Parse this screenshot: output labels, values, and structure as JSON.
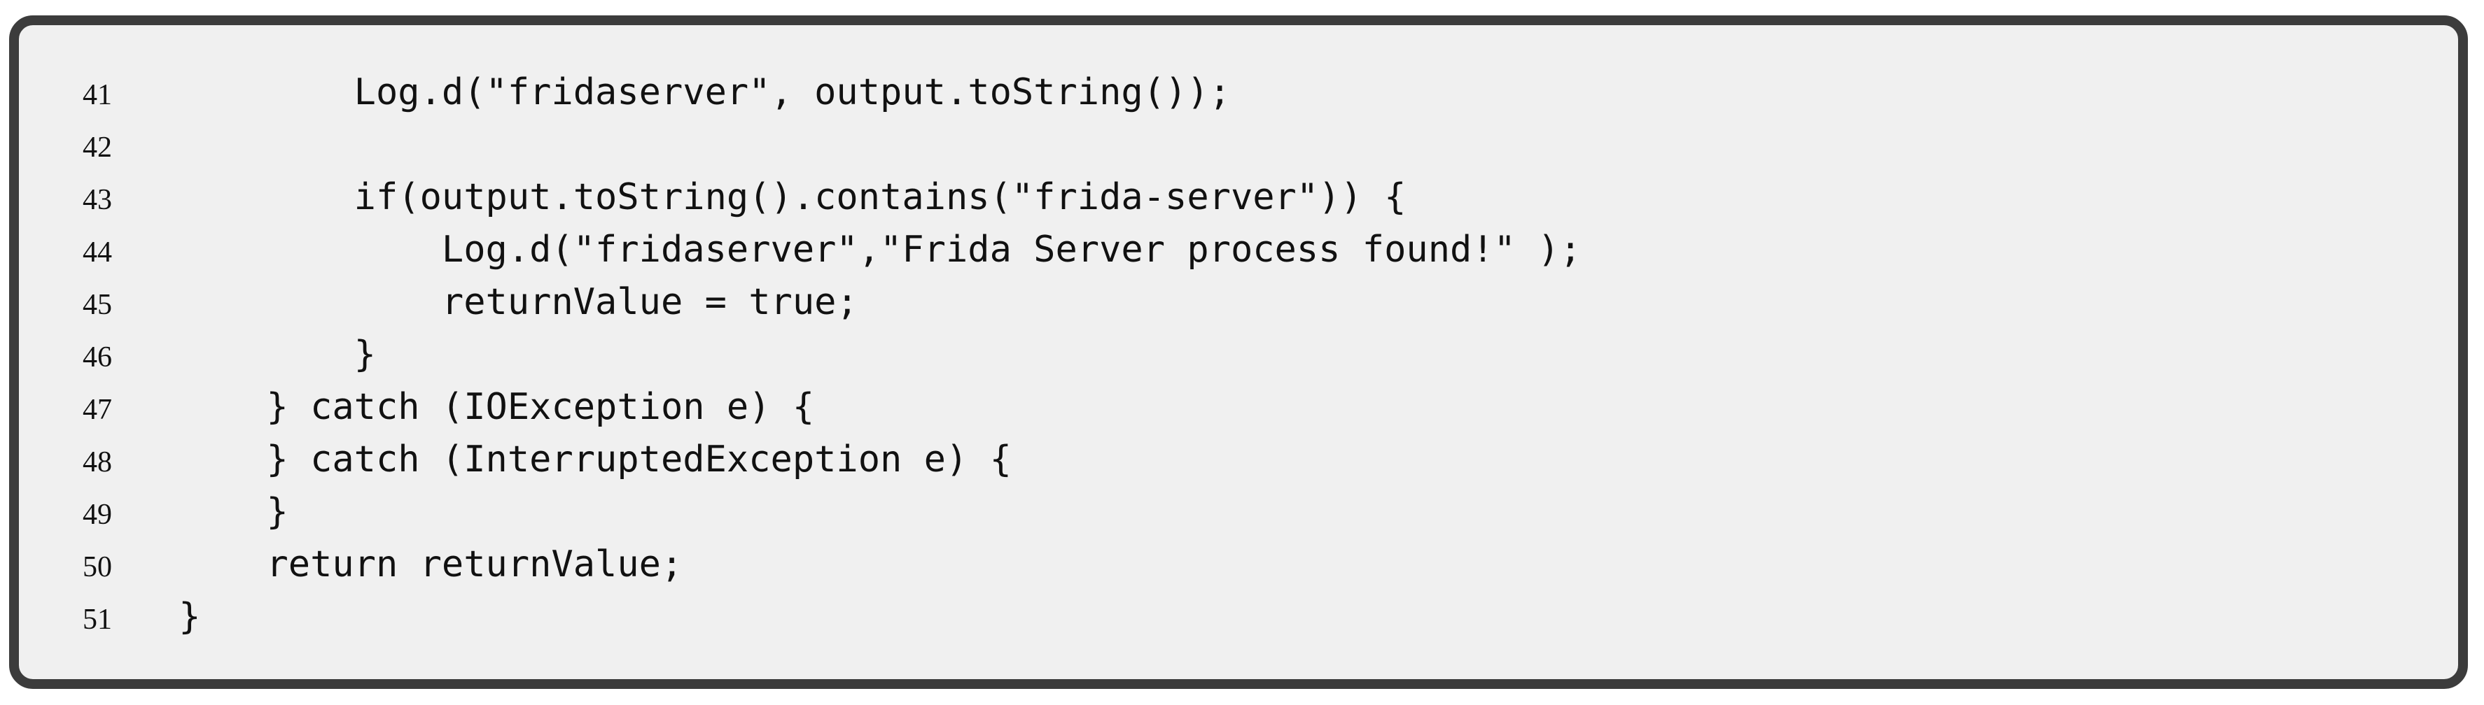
{
  "frame": {
    "page_background": "#ffffff",
    "background": "#f0f0f0",
    "border_color": "#3c3c3c",
    "text_color": "#111111"
  },
  "listing": {
    "language": "java",
    "first_line_number": 41,
    "last_line_number": 51,
    "lines": [
      {
        "number": "41",
        "code": "            Log.d(\"fridaserver\", output.toString());"
      },
      {
        "number": "42",
        "code": ""
      },
      {
        "number": "43",
        "code": "            if(output.toString().contains(\"frida-server\")) {"
      },
      {
        "number": "44",
        "code": "                Log.d(\"fridaserver\",\"Frida Server process found!\" );"
      },
      {
        "number": "45",
        "code": "                returnValue = true;"
      },
      {
        "number": "46",
        "code": "            }"
      },
      {
        "number": "47",
        "code": "        } catch (IOException e) {"
      },
      {
        "number": "48",
        "code": "        } catch (InterruptedException e) {"
      },
      {
        "number": "49",
        "code": "        }"
      },
      {
        "number": "50",
        "code": "        return returnValue;"
      },
      {
        "number": "51",
        "code": "    }"
      }
    ]
  }
}
